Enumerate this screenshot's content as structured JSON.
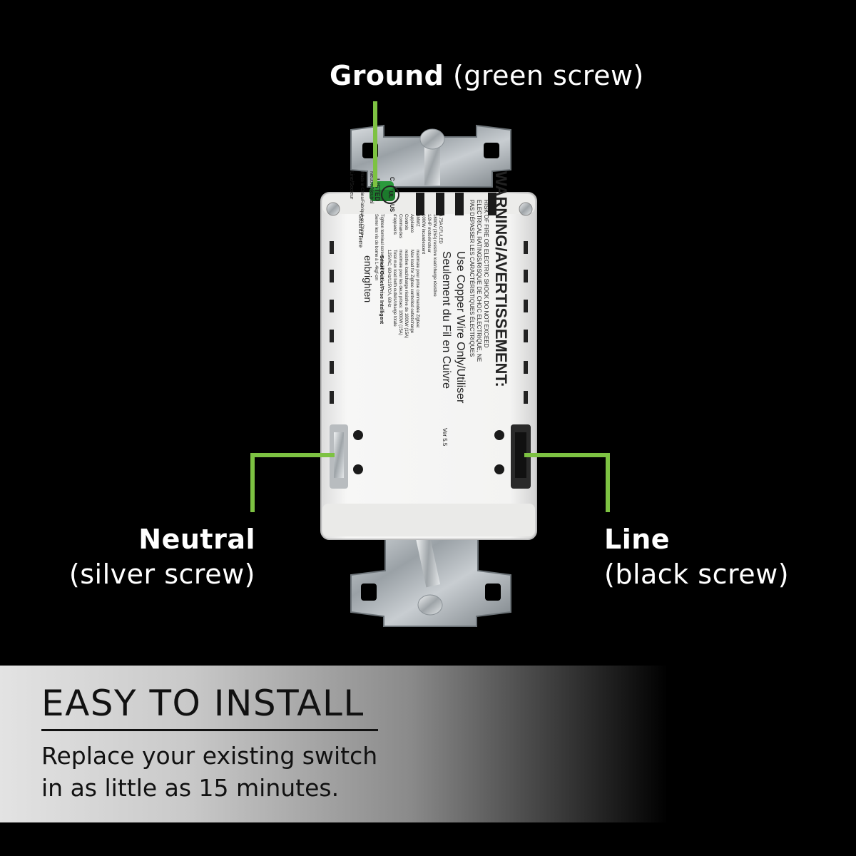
{
  "callouts": {
    "ground": {
      "name": "Ground",
      "detail": "(green screw)"
    },
    "neutral": {
      "name": "Neutral",
      "detail": "(silver screw)"
    },
    "line": {
      "name": "Line",
      "detail": "(black screw)"
    }
  },
  "device": {
    "brand": "enbrighten",
    "product": "Smart Outlet/Prise Intelligent",
    "ground_terminal": "Ground/Terre",
    "neutral_terminal": "Neutre/Neutral",
    "line_terminal": "Line/Secteur",
    "listing": "LISTED",
    "listing_mark_ul": "UL",
    "listing_mark_c": "C",
    "listing_mark_us": "US",
    "warning_title": "WARNING/AVERTISSEMENT:",
    "warning_line1": "RISK OF FIRE OR ELECTRIC SHOCK DO NOT EXCEED",
    "warning_line2": "ELECTRICAL RATINGS/RISQUE DE CHOC ELECTRIQUE, NE",
    "warning_line3": "PAS DÉPASSER LES CARACTÉRISTIQUES ÉLECTRIQUES",
    "copper_line1": "Use Copper Wire Only/Utiliser",
    "copper_line2": "Seulement du Fil en Cuivre",
    "version": "Ver 5.5",
    "spec_1": "125VAC, 60Hz/125VCA, 60Hz",
    "spec_2": "Total max load both outlets/charge totale",
    "spec_3": "maximale pour les deux prises: 1800W (15A)",
    "spec_4": "resistive load/charge résistive de 1800W (15A)",
    "spec_5": "Max load for Zigbee controlled outlet/charge",
    "spec_6": "maximale pour prise commandée Zigbee:",
    "spec_7": "1000W incandescent",
    "spec_8": "1/2HP motor/moteur",
    "spec_9": "1800W (15A) resistive load/charge résistive",
    "spec_10": "3.75A CFL/LED",
    "spec_11": "Tighten terminal screws to 12lbf-in",
    "spec_12": "Serrer les vis de borne à 1.4kgf-cm",
    "spec_13": "Made in China/Fabriqué en Chine",
    "category_1": "3MWZ",
    "category_2": "Appliance",
    "category_3": "Controls",
    "category_4": "Commandes",
    "category_5": "d'appareils"
  },
  "banner": {
    "title": "EASY TO INSTALL",
    "body_line1": "Replace your existing switch",
    "body_line2": "in as little as 15 minutes."
  },
  "colors": {
    "leader": "#7dc242",
    "background": "#000000",
    "device_body": "#f4f4f2",
    "ground_screw": "#1c7a2c"
  }
}
